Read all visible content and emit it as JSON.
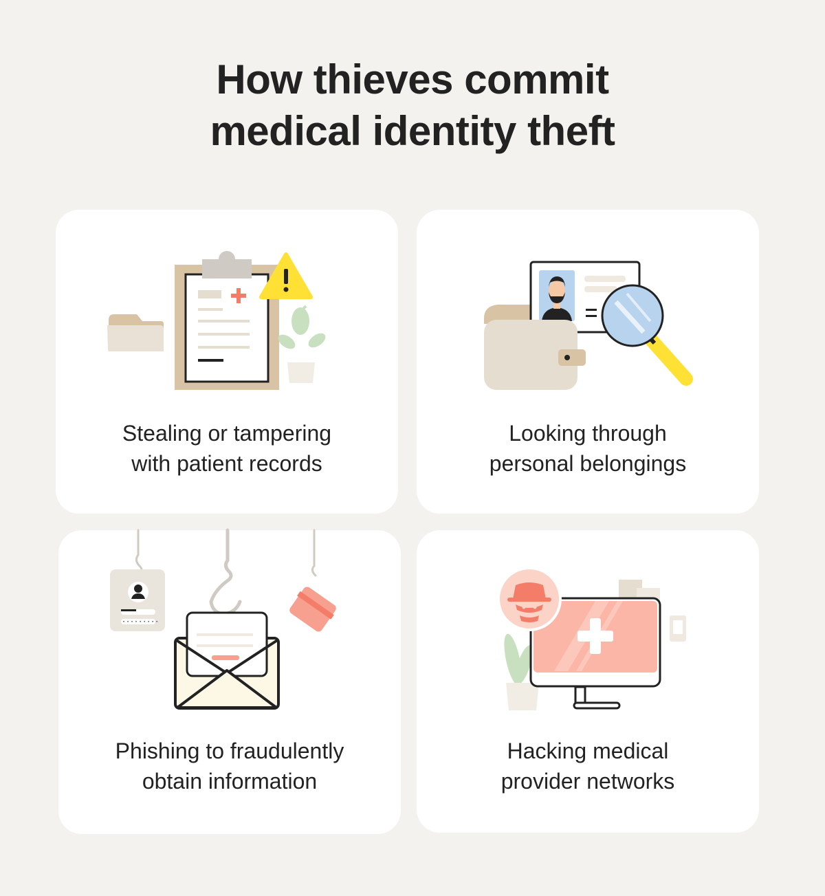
{
  "title": {
    "line1": "How thieves commit",
    "line2": "medical identity theft"
  },
  "cards": [
    {
      "caption_line1": "Stealing or tampering",
      "caption_line2": "with patient records",
      "icons": [
        "folder-icon",
        "clipboard-icon",
        "medical-cross-icon",
        "warning-icon",
        "plant-icon"
      ]
    },
    {
      "caption_line1": "Looking through",
      "caption_line2": "personal belongings",
      "icons": [
        "wallet-icon",
        "id-card-icon",
        "person-avatar-icon",
        "magnifying-glass-icon"
      ]
    },
    {
      "caption_line1": "Phishing to fraudulently",
      "caption_line2": "obtain information",
      "icons": [
        "fishing-hook-icon",
        "badge-icon",
        "envelope-icon",
        "credit-card-icon"
      ]
    },
    {
      "caption_line1": "Hacking medical",
      "caption_line2": "provider networks",
      "icons": [
        "hacker-icon",
        "monitor-icon",
        "medical-cross-icon",
        "plant-icon",
        "phone-icon"
      ]
    }
  ],
  "colors": {
    "background": "#f4f2ee",
    "card": "#ffffff",
    "text": "#222222",
    "tan": "#d8c3a5",
    "beige": "#e6ddd1",
    "yellow": "#ffe135",
    "coral": "#f47d6a",
    "pink": "#fbb6a7",
    "green": "#c8dfc0",
    "blue": "#b7d3ee"
  }
}
